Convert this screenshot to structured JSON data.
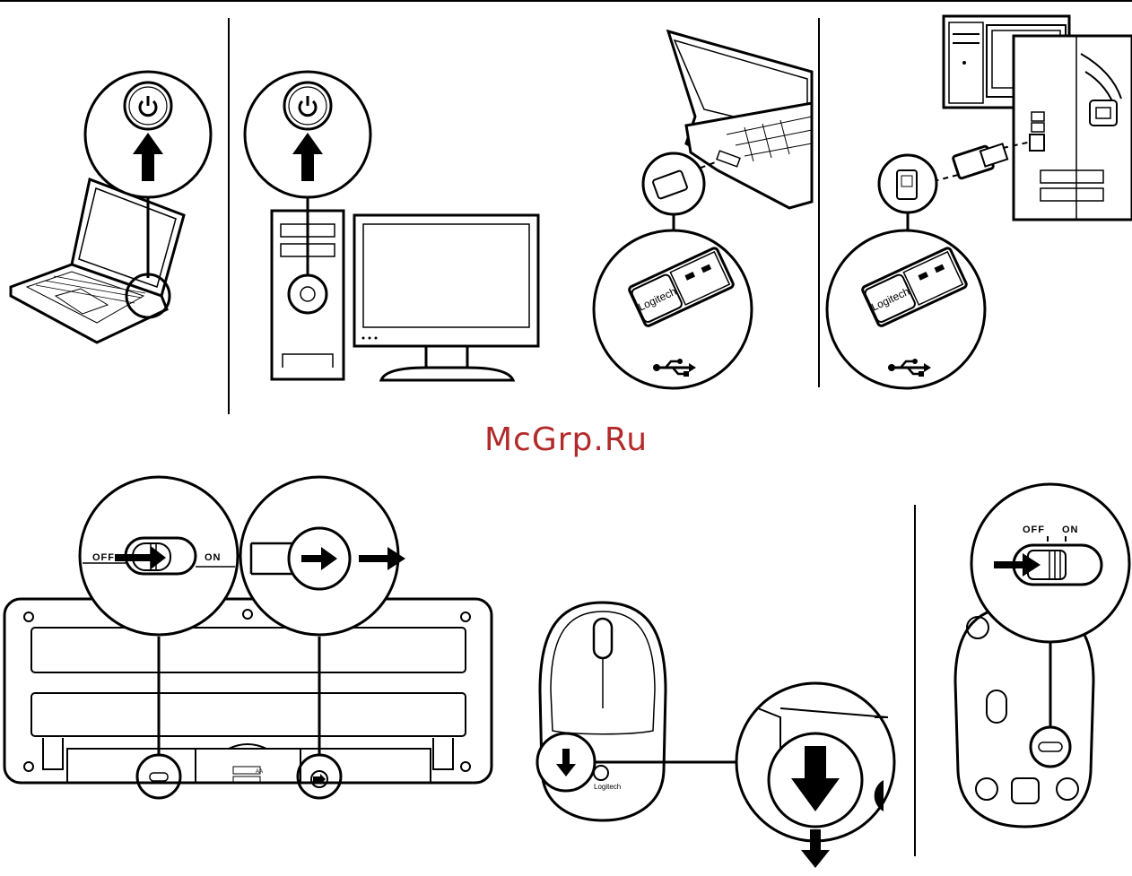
{
  "watermark": "McGrp.Ru",
  "labels": {
    "off": "OFF",
    "on": "ON",
    "brand": "Logitech",
    "battery": "AA"
  },
  "icons": [
    "power-icon",
    "usb-icon",
    "arrow-up-icon",
    "arrow-right-icon",
    "arrow-down-icon"
  ]
}
